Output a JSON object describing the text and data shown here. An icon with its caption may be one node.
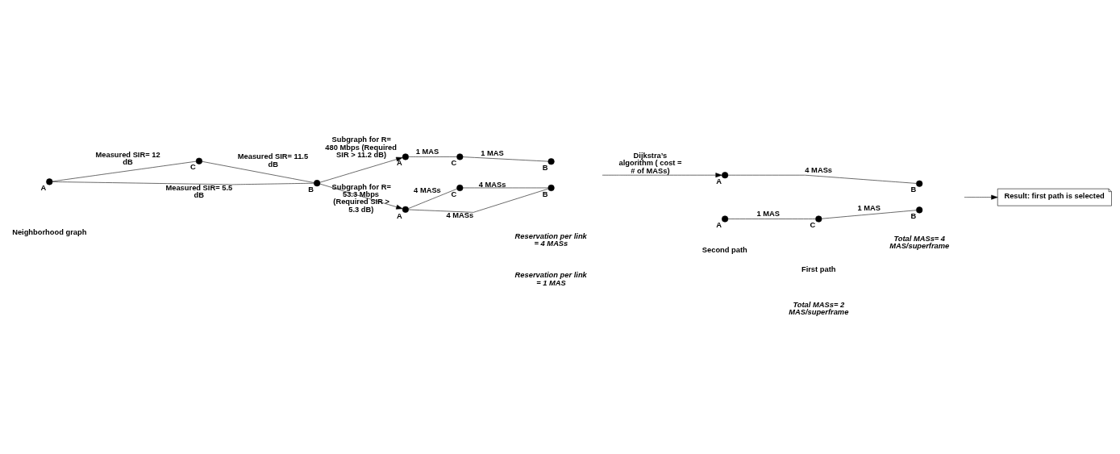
{
  "diagram": {
    "nodes": [
      {
        "text": [],
        "shape": "circle",
        "beside": [
          "A"
        ]
      },
      {
        "text": [],
        "shape": "circle",
        "beside": [
          "C"
        ]
      },
      {
        "text": [],
        "shape": "circle",
        "beside": [
          "B"
        ]
      },
      {
        "text": [],
        "shape": "circle",
        "beside": [
          "A"
        ]
      },
      {
        "text": [],
        "shape": "circle",
        "beside": [
          "C"
        ]
      },
      {
        "text": [],
        "shape": "circle",
        "beside": [
          "B"
        ]
      },
      {
        "text": [],
        "shape": "circle",
        "beside": [
          "A"
        ]
      },
      {
        "text": [],
        "shape": "circle",
        "beside": [
          "C"
        ]
      },
      {
        "text": [],
        "shape": "circle",
        "beside": [
          "B"
        ]
      },
      {
        "text": [],
        "shape": "circle",
        "beside": [
          "A"
        ]
      },
      {
        "text": [],
        "shape": "circle",
        "beside": [
          "C"
        ]
      },
      {
        "text": [],
        "shape": "circle",
        "beside": [
          "B"
        ]
      },
      {
        "text": [],
        "shape": "circle",
        "beside": [
          "A"
        ]
      },
      {
        "text": [],
        "shape": "circle",
        "beside": [
          "B"
        ]
      },
      {
        "text": [
          "Result: first path is selected"
        ]
      }
    ],
    "edges": [
      {
        "from": 0,
        "to": 1,
        "arrow": "none",
        "label": "Measured SIR= 12 dB"
      },
      {
        "from": 1,
        "to": 2,
        "arrow": "none",
        "label": "Measured SIR= 11.5 dB"
      },
      {
        "from": 0,
        "to": 2,
        "arrow": "none",
        "label": "Measured SIR= 5.5 dB"
      },
      {
        "from": 2,
        "to": 3,
        "arrow": "to",
        "label": "Subgraph for R= 480 Mbps (Required SIR > 11.2 dB)"
      },
      {
        "from": 2,
        "to": 6,
        "arrow": "to",
        "label": "Subgraph for R= 53.3 Mbps (Required SIR > 5.3 dB)"
      },
      {
        "from": 3,
        "to": 4,
        "arrow": "none",
        "label": "1 MAS"
      },
      {
        "from": 4,
        "to": 5,
        "arrow": "none",
        "label": "1 MAS"
      },
      {
        "from": 6,
        "to": 7,
        "arrow": "none",
        "label": "4 MASs"
      },
      {
        "from": 7,
        "to": 8,
        "arrow": "none",
        "label": "4 MASs"
      },
      {
        "from": 6,
        "to": 8,
        "arrow": "none",
        "label": "4 MASs"
      },
      {
        "from": null,
        "to": 12,
        "arrow": "to",
        "label": "Dijkstra’s algorithm ( cost = # of MASs)"
      },
      {
        "from": 9,
        "to": 10,
        "arrow": "none",
        "label": "1 MAS"
      },
      {
        "from": 10,
        "to": 11,
        "arrow": "none",
        "label": "1 MAS"
      },
      {
        "from": 12,
        "to": 13,
        "arrow": "none",
        "label": "4 MASs"
      },
      {
        "from": null,
        "to": 14,
        "arrow": "to"
      }
    ],
    "labels": [
      "Neighborhood graph",
      "Reservation per link = 1 MAS",
      "Reservation per link = 4 MASs",
      "First path",
      "Total MASs= 2 MAS/superframe",
      "Second path",
      "Total MASs= 4 MAS/superframe"
    ]
  }
}
